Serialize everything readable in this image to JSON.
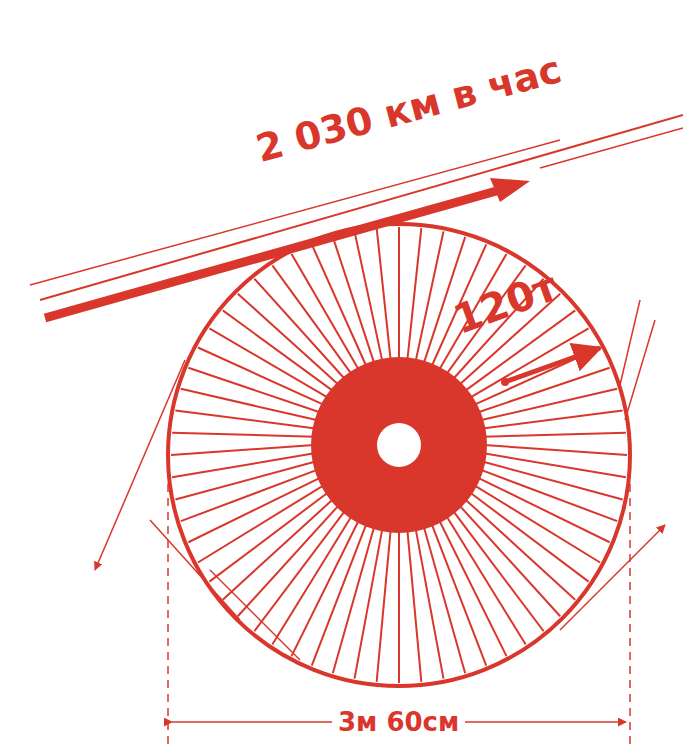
{
  "diagram": {
    "labels": [
      "2 030 км в час",
      "120т",
      "3м 60см"
    ]
  }
}
